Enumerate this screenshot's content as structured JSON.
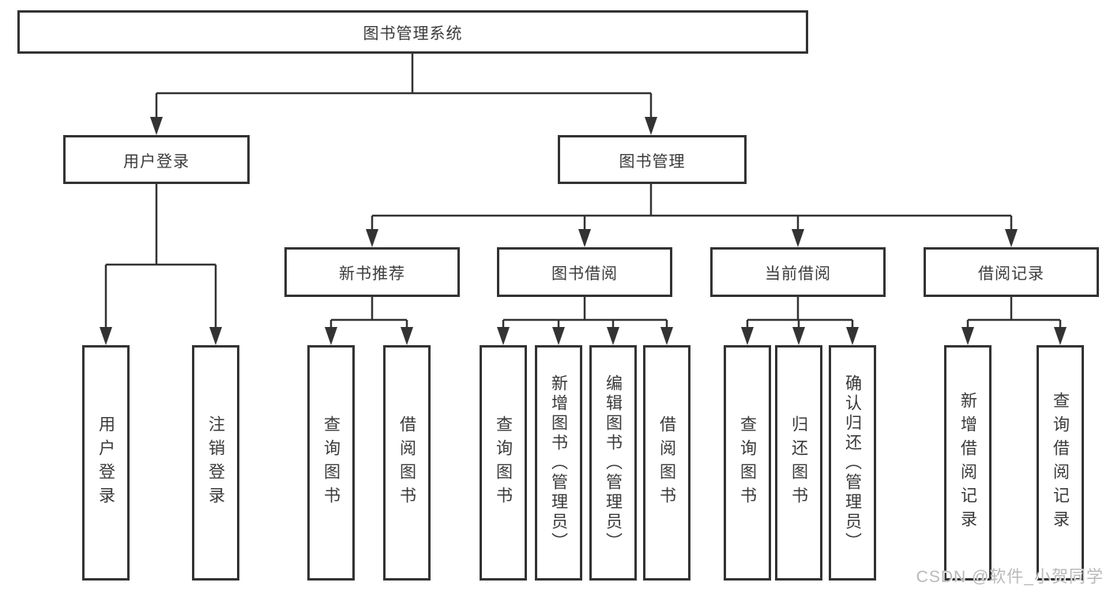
{
  "diagram": {
    "title": "图书管理系统",
    "root": {
      "label": "图书管理系统"
    },
    "level2": [
      {
        "label": "用户登录"
      },
      {
        "label": "图书管理"
      }
    ],
    "level3": [
      {
        "label": "新书推荐"
      },
      {
        "label": "图书借阅"
      },
      {
        "label": "当前借阅"
      },
      {
        "label": "借阅记录"
      }
    ],
    "leaves": {
      "user_login": [
        "用户登录",
        "注销登录"
      ],
      "new_book": [
        "查询图书",
        "借阅图书"
      ],
      "book_borrow": [
        "查询图书",
        "新增图书（管理员）",
        "编辑图书（管理员）",
        "借阅图书"
      ],
      "current_borrow": [
        "查询图书",
        "归还图书",
        "确认归还（管理员）"
      ],
      "borrow_record": [
        "新增借阅记录",
        "查询借阅记录"
      ]
    }
  },
  "watermark": {
    "text": "CSDN @软件_小贺同学",
    "color": "#b9b9b9"
  },
  "colors": {
    "line": "#333333",
    "text": "#3a3a3a",
    "background": "#ffffff"
  }
}
